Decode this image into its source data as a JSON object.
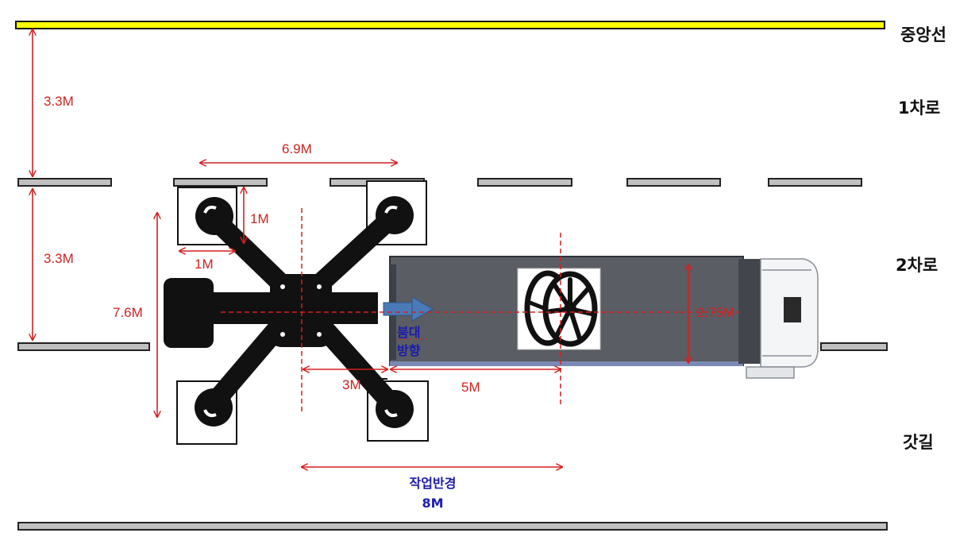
{
  "lane_labels": {
    "center_line": "중앙선",
    "lane_1": "1차로",
    "lane_2": "2차로",
    "shoulder": "갓길"
  },
  "dimensions": {
    "lane1_width": "3.3M",
    "lane2_width": "3.3M",
    "outrigger_span_length": "6.9M",
    "outrigger_pad_offset_v": "1M",
    "outrigger_pad_offset_h": "1M",
    "outrigger_span_width": "7.6M",
    "crane_to_truck": "3M",
    "truck_to_load_center": "5M",
    "truck_width": "2.75M"
  },
  "notes": {
    "boom_direction_line1": "붐대",
    "boom_direction_line2": "방향",
    "working_radius_label": "작업반경",
    "working_radius_value": "8M"
  },
  "colors": {
    "center_line": "#ffff00",
    "lane_dash": "#c0c0c0",
    "dimension": "#d42020",
    "note_text": "#1a1ab0",
    "boom_arrow": "#4a7ab8",
    "truck_body": "#5a5d63"
  }
}
